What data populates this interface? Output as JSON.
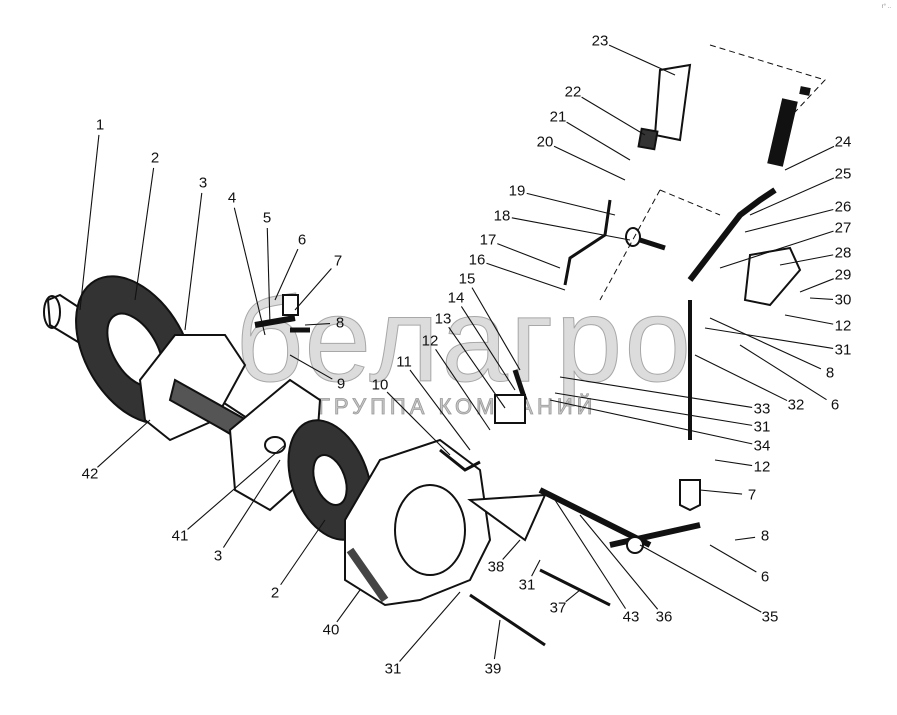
{
  "watermark": {
    "brand": "белагро",
    "subtitle": "ГРУППА КОМПАНИЙ"
  },
  "corner_mark": "r° ..",
  "callouts": [
    "1",
    "2",
    "3",
    "4",
    "5",
    "6",
    "7",
    "8",
    "9",
    "10",
    "11",
    "12",
    "13",
    "14",
    "15",
    "16",
    "17",
    "18",
    "19",
    "20",
    "21",
    "22",
    "23",
    "24",
    "25",
    "26",
    "27",
    "28",
    "29",
    "30",
    "12",
    "31",
    "8",
    "32",
    "6",
    "33",
    "31",
    "34",
    "12",
    "7",
    "8",
    "6",
    "35",
    "36",
    "43",
    "37",
    "31",
    "38",
    "39",
    "31",
    "40",
    "2",
    "3",
    "41",
    "42"
  ]
}
